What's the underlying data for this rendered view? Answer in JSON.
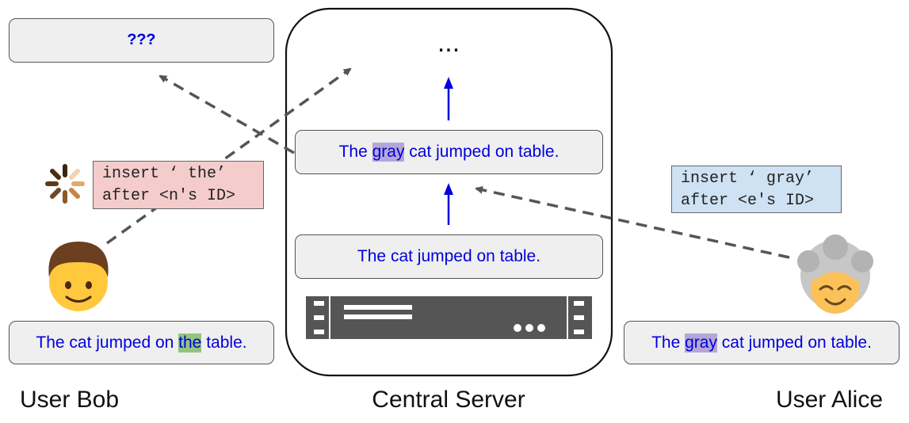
{
  "unknown": {
    "text": "???"
  },
  "server": {
    "title": "Central Server",
    "ellipsis": "...",
    "doc_top": {
      "before": "The ",
      "highlight": "gray",
      "after": " cat jumped on table."
    },
    "doc_bottom": {
      "text": "The cat jumped on table."
    }
  },
  "bob": {
    "label": "User Bob",
    "op_line1": "insert ‘ the’",
    "op_line2": "after <n's ID>",
    "doc": {
      "before": "The cat jumped on ",
      "highlight": "the",
      "after": " table."
    }
  },
  "alice": {
    "label": "User Alice",
    "op_line1": "insert ‘ gray’",
    "op_line2": "after <e's ID>",
    "doc": {
      "before": "The ",
      "highlight": "gray",
      "after": " cat jumped on table."
    }
  },
  "colors": {
    "text_blue": "#0000dd",
    "arrow_blue": "#0000dd",
    "dash_gray": "#555555",
    "highlight_gray": "#b4a7d6",
    "highlight_green": "#93c47d",
    "bob_op_bg": "#f4cccc",
    "alice_op_bg": "#cfe2f3"
  },
  "icons": {
    "bob_avatar": "man-emoji",
    "alice_avatar": "older-woman-emoji",
    "loading": "spinner-icon",
    "server": "server-rack-icon"
  }
}
